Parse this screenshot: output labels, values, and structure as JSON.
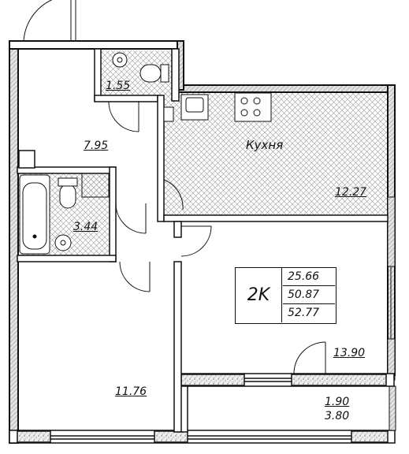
{
  "plan": {
    "kitchen": {
      "label": "Кухня",
      "area": "12.27"
    },
    "hall": {
      "area": "7.95"
    },
    "toilet": {
      "area": "1.55"
    },
    "bathroom": {
      "area": "3.44"
    },
    "bedroom": {
      "area": "11.76"
    },
    "living_room": {
      "area": "13.90"
    },
    "balcony": {
      "area_reduced": "1.90",
      "area_full": "3.80"
    },
    "summary": {
      "type": "2K",
      "living_area": "25.66",
      "total_area": "50.87",
      "total_with_balcony": "52.77"
    }
  },
  "colors": {
    "wall": "#111111",
    "hatch": "#9a9a9a",
    "fill": "#ffffff"
  }
}
